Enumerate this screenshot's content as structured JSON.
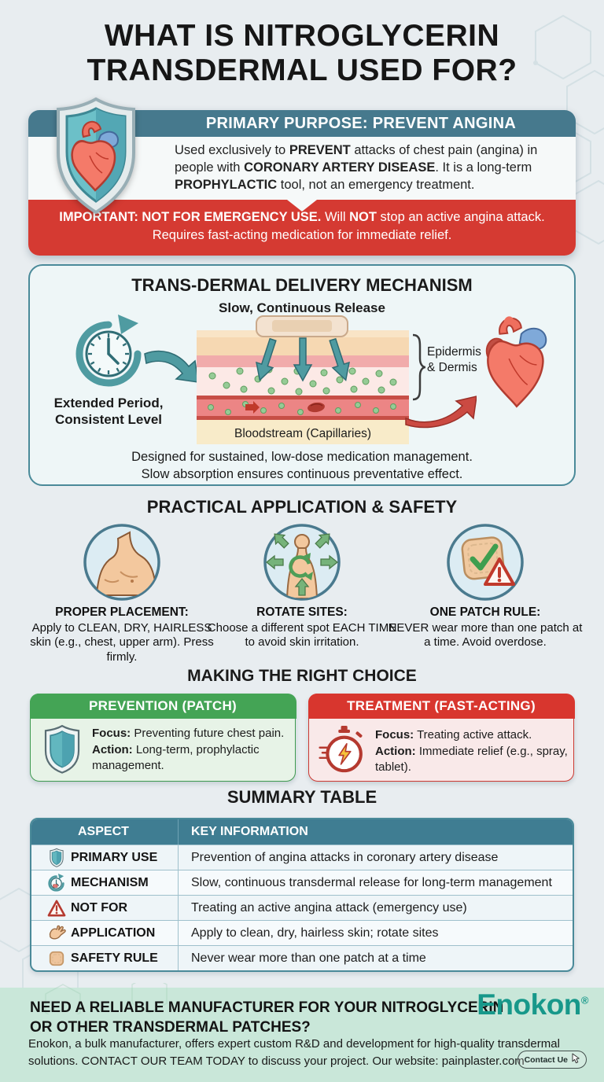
{
  "colors": {
    "page_background": "#e8edf0",
    "purpose_header_teal": "#46798d",
    "alert_red": "#d53a32",
    "section_border_teal": "#4a8a99",
    "prevention_green": "#44a455",
    "treatment_red": "#d8362e",
    "table_header_teal": "#3f7d92",
    "footer_mint": "#c9e7d9",
    "brand_teal": "#17988a",
    "icon_teal": "#4f9ba1"
  },
  "title": {
    "line1": "WHAT IS NITROGLYCERIN",
    "line2": "TRANSDERMAL USED FOR?"
  },
  "purpose": {
    "header": "PRIMARY PURPOSE: PREVENT ANGINA",
    "icon": "shield-heart-icon",
    "body": [
      {
        "t": "Used exclusively to ",
        "b": false
      },
      {
        "t": "PREVENT",
        "b": true
      },
      {
        "t": " attacks of chest pain (angina) in people with ",
        "b": false
      },
      {
        "t": "CORONARY ARTERY DISEASE",
        "b": true
      },
      {
        "t": ". It is a long-term ",
        "b": false
      },
      {
        "t": "PROPHYLACTIC",
        "b": true
      },
      {
        "t": " tool, not an emergency treatment.",
        "b": false
      }
    ],
    "warning": [
      {
        "t": "IMPORTANT: NOT FOR EMERGENCY USE.",
        "b": true
      },
      {
        "t": " Will ",
        "b": false
      },
      {
        "t": "NOT",
        "b": true
      },
      {
        "t": " stop an active angina attack. Requires fast-acting medication for immediate relief.",
        "b": false
      }
    ]
  },
  "mechanism": {
    "title": "TRANS-DERMAL DELIVERY MECHANISM",
    "subtitle": "Slow, Continuous Release",
    "clock_icon": "clock-cycle-icon",
    "clock_caption_line1": "Extended Period,",
    "clock_caption_line2": "Consistent Level",
    "skin_bracket_label_line1": "Epidermis",
    "skin_bracket_label_line2": "& Dermis",
    "bloodstream_label": "Bloodstream (Capillaries)",
    "note_line1": "Designed for sustained, low-dose medication management.",
    "note_line2": "Slow absorption ensures continuous preventative effect."
  },
  "practical": {
    "title": "PRACTICAL APPLICATION & SAFETY",
    "items": [
      {
        "icon": "torso-icon",
        "heading": "PROPER PLACEMENT:",
        "text": "Apply to CLEAN, DRY, HAIRLESS skin (e.g., chest, upper arm). Press firmly."
      },
      {
        "icon": "rotate-sites-icon",
        "heading": "ROTATE SITES:",
        "text": "Choose a different spot EACH TIME to avoid skin irritation."
      },
      {
        "icon": "patch-check-warning-icon",
        "heading": "ONE PATCH RULE:",
        "text": "NEVER wear more than one patch at a time. Avoid overdose."
      }
    ]
  },
  "choice": {
    "title": "MAKING THE RIGHT CHOICE",
    "prevention": {
      "header": "PREVENTION (PATCH)",
      "icon": "shield-icon",
      "focus_label": "Focus:",
      "focus_text": " Preventing future chest pain.",
      "action_label": "Action:",
      "action_text": " Long-term, prophylactic management."
    },
    "treatment": {
      "header": "TREATMENT (FAST-ACTING)",
      "icon": "stopwatch-icon",
      "focus_label": "Focus:",
      "focus_text": " Treating active attack.",
      "action_label": "Action:",
      "action_text": " Immediate relief (e.g., spray, tablet)."
    }
  },
  "summary": {
    "title": "SUMMARY TABLE",
    "columns": [
      "ASPECT",
      "KEY INFORMATION"
    ],
    "rows": [
      {
        "icon": "shield-icon",
        "aspect": "PRIMARY USE",
        "info": "Prevention of angina attacks in coronary artery disease"
      },
      {
        "icon": "clock-cycle-icon",
        "aspect": "MECHANISM",
        "info": "Slow, continuous transdermal release for long-term management"
      },
      {
        "icon": "warning-triangle-icon",
        "aspect": "NOT FOR",
        "info": "Treating an active angina attack (emergency use)"
      },
      {
        "icon": "hand-icon",
        "aspect": "APPLICATION",
        "info": "Apply to clean, dry, hairless skin; rotate sites"
      },
      {
        "icon": "patch-icon",
        "aspect": "SAFETY RULE",
        "info": "Never wear more than one patch at a time"
      }
    ]
  },
  "footer": {
    "heading_line1": "NEED A RELIABLE MANUFACTURER FOR YOUR NITROGLYCERIN",
    "heading_line2": "OR OTHER TRANSDERMAL PATCHES?",
    "body_line1": "Enokon, a bulk manufacturer, offers expert custom R&D and development for high-quality transdermal",
    "body_line2": "solutions. CONTACT OUR TEAM TODAY to discuss your project. Our website: painplaster.com",
    "logo_text": "Enokon",
    "logo_reg": "®",
    "contact_button_label": "Contact Ue"
  }
}
